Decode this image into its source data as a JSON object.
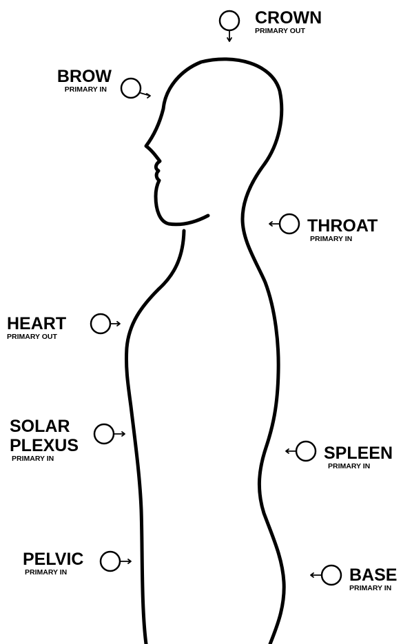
{
  "chakras": {
    "crown": {
      "name": "CROWN",
      "sub": "PRIMARY OUT"
    },
    "brow": {
      "name": "BROW",
      "sub": "PRIMARY IN"
    },
    "throat": {
      "name": "THROAT",
      "sub": "PRIMARY IN"
    },
    "heart": {
      "name": "HEART",
      "sub": "PRIMARY OUT"
    },
    "solar": {
      "name1": "SOLAR",
      "name2": "PLEXUS",
      "sub": "PRIMARY IN"
    },
    "spleen": {
      "name": "SPLEEN",
      "sub": "PRIMARY IN"
    },
    "pelvic": {
      "name": "PELVIC",
      "sub": "PRIMARY IN"
    },
    "base": {
      "name": "BASE",
      "sub": "PRIMARY IN"
    }
  },
  "colors": {
    "ink": "#000000",
    "background": "#ffffff"
  },
  "icons": [
    "body-silhouette",
    "chakra-circle-icon",
    "arrow-icon"
  ]
}
